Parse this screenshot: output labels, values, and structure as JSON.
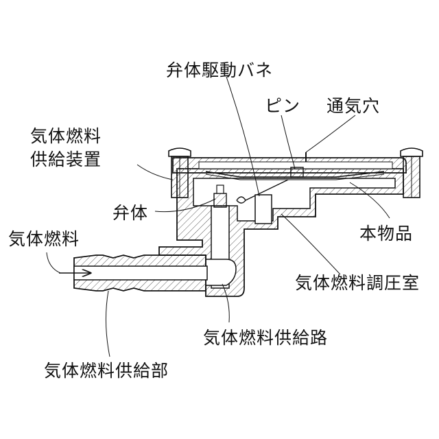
{
  "labels": {
    "valve_spring": "弁体駆動バネ",
    "pin": "ピン",
    "vent_hole": "通気穴",
    "supply_device_line1": "気体燃料",
    "supply_device_line2": "供給装置",
    "valve_body": "弁体",
    "product": "本物品",
    "gas_fuel": "気体燃料",
    "regulator_chamber": "気体燃料調圧室",
    "supply_path": "気体燃料供給路",
    "supply_part": "気体燃料供給部"
  },
  "colors": {
    "ink": "#111111",
    "hatch": "#555555",
    "background": "#ffffff"
  }
}
